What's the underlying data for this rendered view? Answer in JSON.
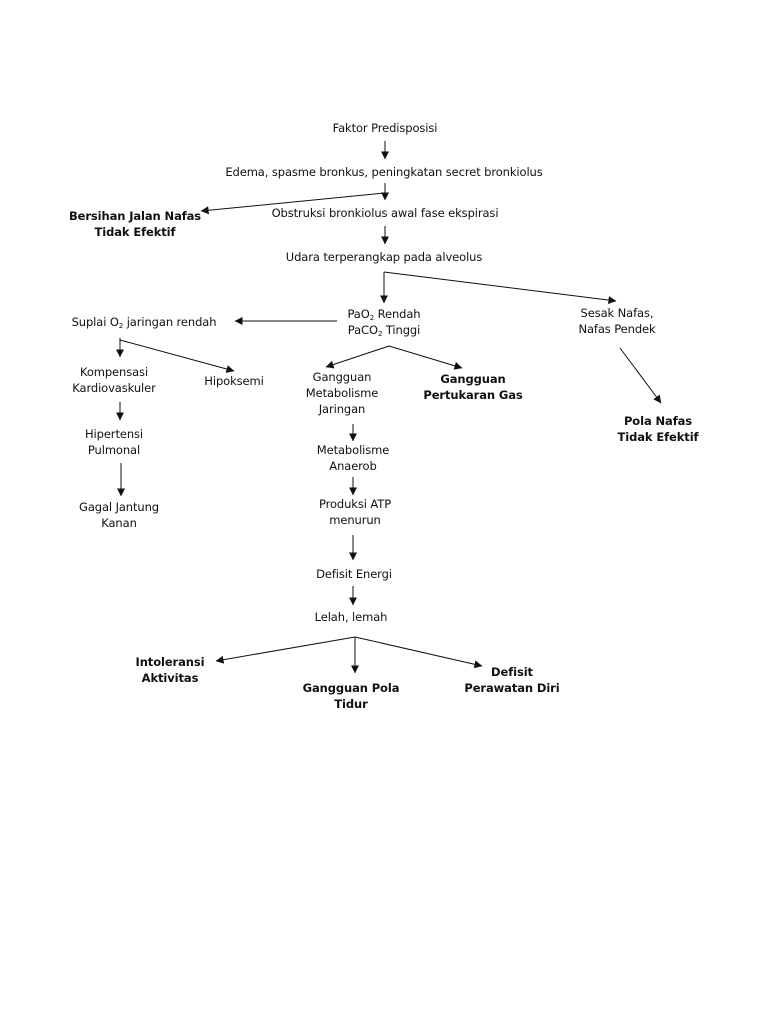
{
  "nodes": {
    "faktor": {
      "lines": [
        "Faktor Predisposisi"
      ]
    },
    "edema": {
      "lines": [
        "Edema, spasme bronkus, peningkatan secret bronkiolus"
      ]
    },
    "bersihan": {
      "lines": [
        "Bersihan Jalan Nafas",
        "Tidak Efektif"
      ]
    },
    "obstruksi": {
      "lines": [
        "Obstruksi bronkiolus awal fase ekspirasi"
      ]
    },
    "udara": {
      "lines": [
        "Udara terperangkap pada alveolus"
      ]
    },
    "pao2": {
      "line1_pre": "PaO",
      "line1_sub": "2",
      "line1_post": " Rendah",
      "line2_pre": "PaCO",
      "line2_sub": "2",
      "line2_post": " Tinggi"
    },
    "suplai": {
      "pre": "Suplai O",
      "sub": "2",
      "post": " jaringan rendah"
    },
    "sesak": {
      "lines": [
        "Sesak Nafas,",
        "Nafas Pendek"
      ]
    },
    "kompensasi": {
      "lines": [
        "Kompensasi",
        "Kardiovaskuler"
      ]
    },
    "hipoksemi": {
      "lines": [
        "Hipoksemi"
      ]
    },
    "gangguan_metabolisme": {
      "lines": [
        "Gangguan",
        "Metabolisme",
        "Jaringan"
      ]
    },
    "gangguan_pertukaran": {
      "lines": [
        "Gangguan",
        "Pertukaran Gas"
      ]
    },
    "pola_nafas": {
      "lines": [
        "Pola Nafas",
        "Tidak Efektif"
      ]
    },
    "hipertensi": {
      "lines": [
        "Hipertensi",
        "Pulmonal"
      ]
    },
    "metabolisme_anaerob": {
      "lines": [
        "Metabolisme",
        "Anaerob"
      ]
    },
    "gagal_jantung": {
      "lines": [
        "Gagal Jantung",
        "Kanan"
      ]
    },
    "produksi_atp": {
      "lines": [
        "Produksi ATP",
        "menurun"
      ]
    },
    "defisit_energi": {
      "lines": [
        "Defisit Energi"
      ]
    },
    "lelah": {
      "lines": [
        "Lelah, lemah"
      ]
    },
    "intoleransi": {
      "lines": [
        "Intoleransi",
        "Aktivitas"
      ]
    },
    "gangguan_pola_tidur": {
      "lines": [
        "Gangguan Pola",
        "Tidur"
      ]
    },
    "defisit_perawatan": {
      "lines": [
        "Defisit",
        "Perawatan Diri"
      ]
    }
  },
  "style": {
    "line_color": "#111111",
    "text_color": "#111111"
  }
}
